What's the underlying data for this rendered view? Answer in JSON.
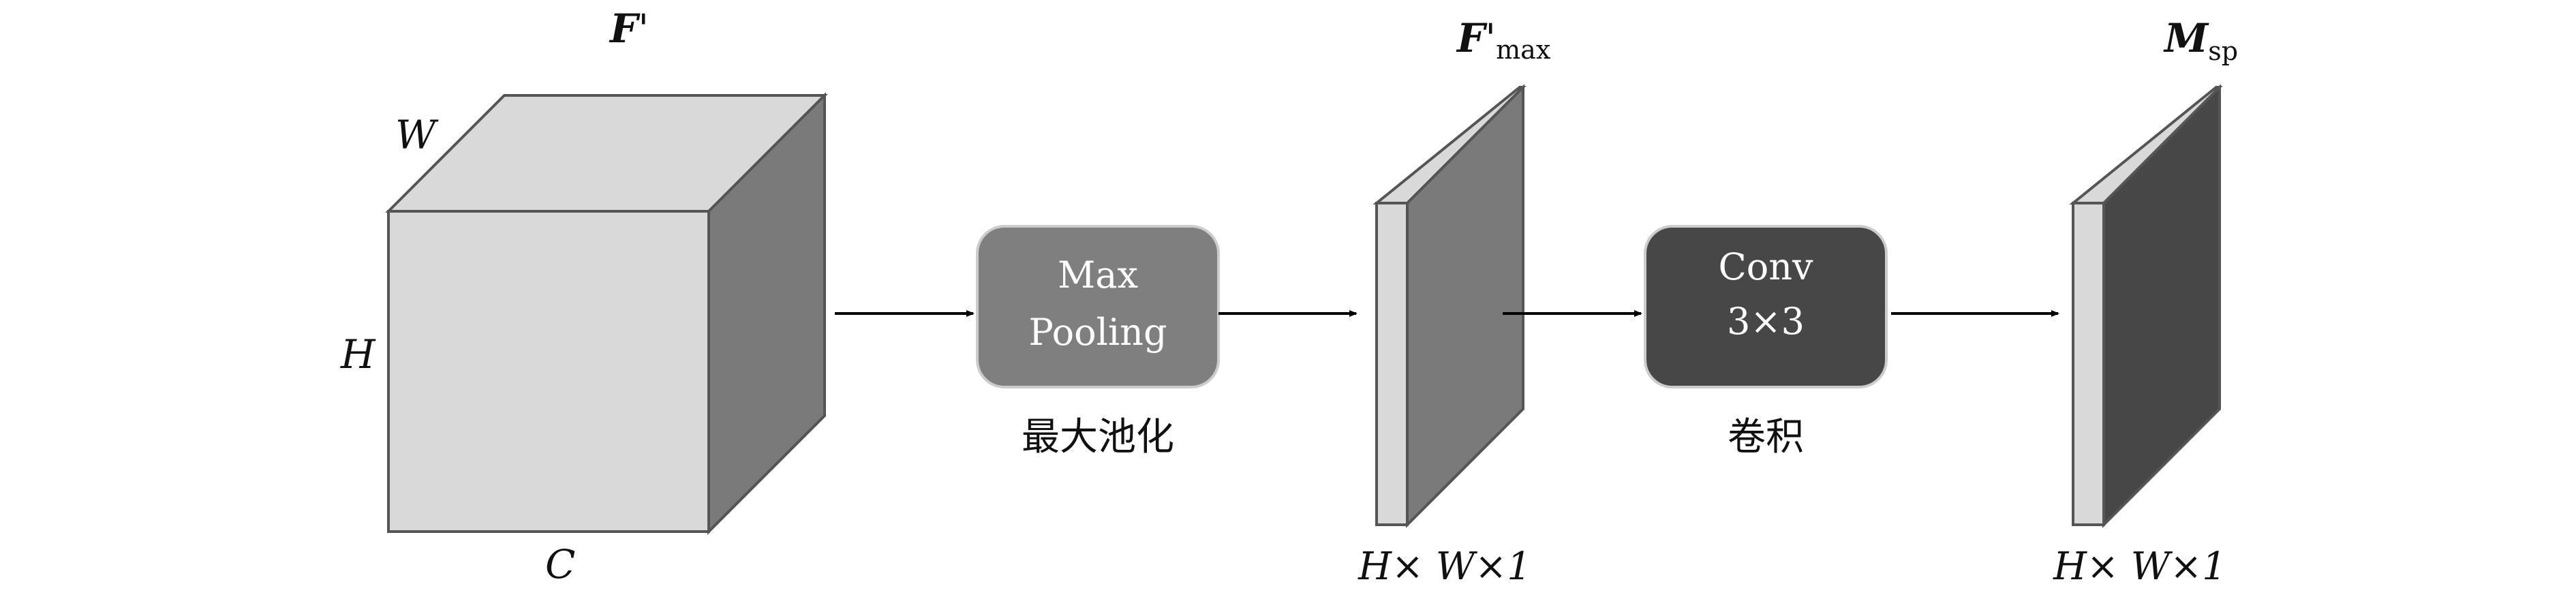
{
  "input_block": {
    "title": "F",
    "title_prime": "'",
    "width_label": "W",
    "height_label": "H",
    "channel_label": "C"
  },
  "max_pool": {
    "line1": "Max",
    "line2": "Pooling",
    "caption": "最大池化"
  },
  "pooled_map": {
    "title": "F",
    "title_prime": "'",
    "title_sub": "max",
    "dims": "H× W×1"
  },
  "conv": {
    "line1": "Conv",
    "line2": "3×3",
    "caption": "卷积"
  },
  "output_map": {
    "title": "M",
    "title_sub": "sp",
    "dims": "H× W×1"
  },
  "colors": {
    "front_face": "#d9d9d9",
    "side_face": "#7a7a7a",
    "top_face": "#d9d9d9",
    "edge": "#555555",
    "pool_box": "#7f7f7f",
    "conv_box": "#474747",
    "output_face": "#474747"
  }
}
